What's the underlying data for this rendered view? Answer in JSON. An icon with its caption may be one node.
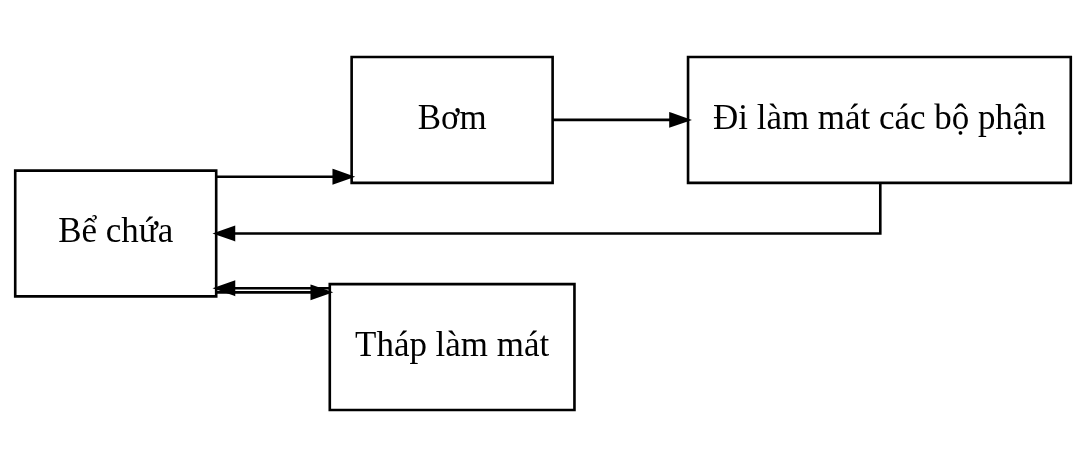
{
  "diagram": {
    "nodes": [
      {
        "text": [
          "Bể chứa"
        ]
      },
      {
        "text": [
          "Bơm"
        ]
      },
      {
        "text": [
          "Đi làm mát các bộ phận"
        ]
      },
      {
        "text": [
          "Tháp làm mát"
        ]
      }
    ],
    "edges": [
      {
        "from": 3,
        "to": 0,
        "arrow": "to"
      },
      {
        "from": 0,
        "to": 1,
        "arrow": "to"
      },
      {
        "from": 1,
        "to": 2,
        "arrow": "to"
      },
      {
        "from": 2,
        "to": 0,
        "arrow": "to"
      },
      {
        "from": 0,
        "to": 3,
        "arrow": "to"
      }
    ]
  }
}
